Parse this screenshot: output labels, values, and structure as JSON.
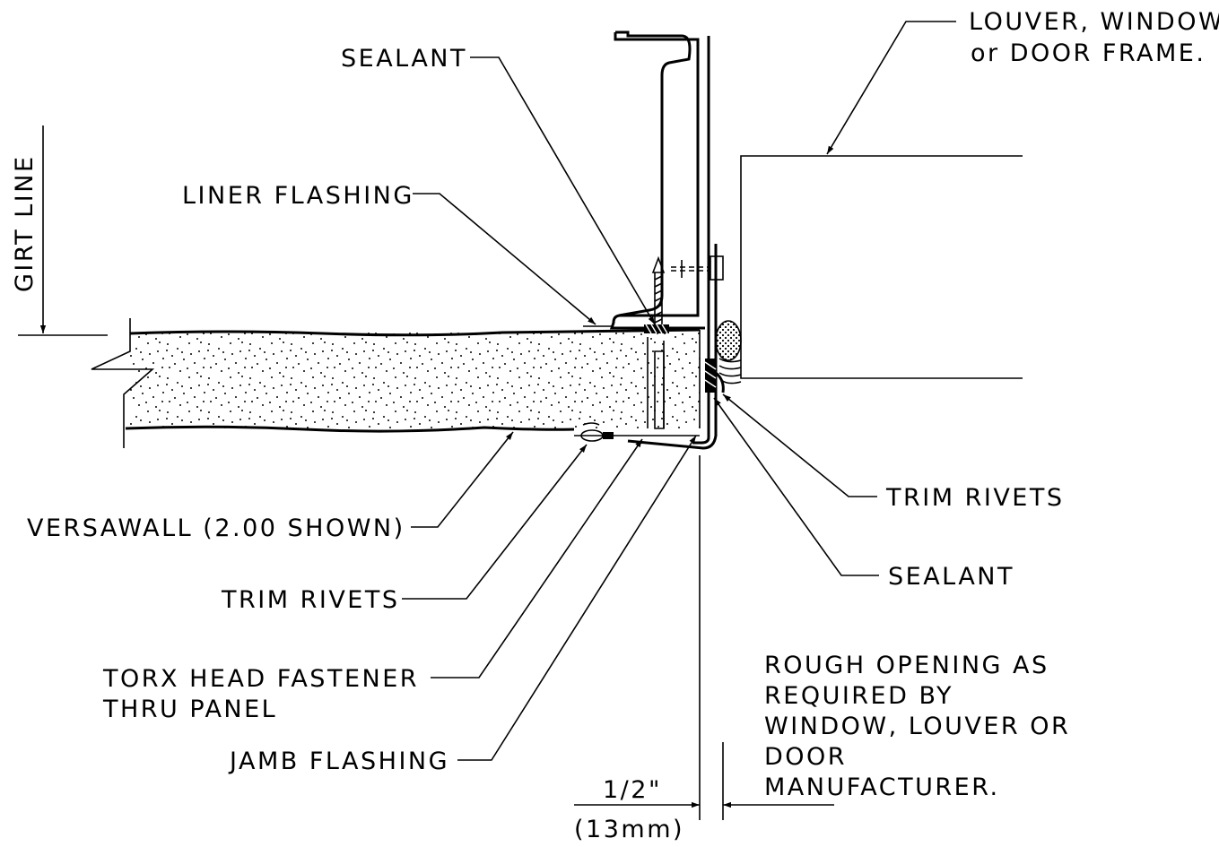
{
  "labels": {
    "sealant_top": "SEALANT",
    "liner_flashing": "LINER FLASHING",
    "louver_1": "LOUVER, WINDOW",
    "louver_2": "or DOOR FRAME.",
    "girt_line": "GIRT LINE",
    "versawall": "VERSAWALL (2.00 SHOWN)",
    "trim_rivets_left": "TRIM RIVETS",
    "torx_1": "TORX HEAD FASTENER",
    "torx_2": "THRU PANEL",
    "jamb_flashing": "JAMB FLASHING",
    "trim_rivets_right": "TRIM RIVETS",
    "sealant_right": "SEALANT",
    "rough_1": "ROUGH OPENING AS",
    "rough_2": "REQUIRED BY",
    "rough_3": "WINDOW, LOUVER OR",
    "rough_4": "DOOR",
    "rough_5": "MANUFACTURER.",
    "dim_1": "1/2\"",
    "dim_2": "(13mm)"
  }
}
